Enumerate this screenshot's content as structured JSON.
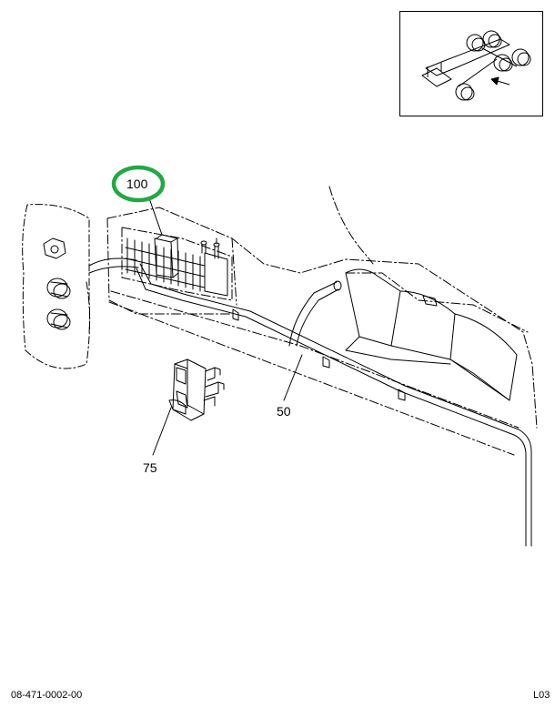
{
  "callouts": {
    "c100": "100",
    "c50": "50",
    "c75": "75"
  },
  "footer": {
    "part_number": "08-471-0002-00",
    "sheet": "L03"
  },
  "colors": {
    "highlight_ring": "#22a845",
    "line": "#000000"
  }
}
